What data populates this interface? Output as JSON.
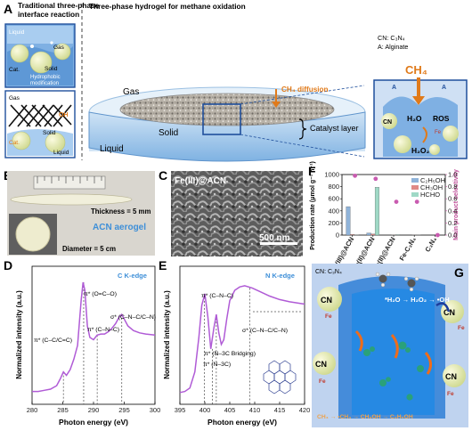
{
  "panel_letters": {
    "a": "A",
    "b": "B",
    "c": "C",
    "d": "D",
    "e": "E",
    "f": "F",
    "g": "G"
  },
  "panel_a": {
    "trad_title_1": "Traditional three-phase",
    "trad_title_2": "interface reaction",
    "box1": {
      "liquid": "Liquid",
      "gas": "Gas",
      "cat": "Cat.",
      "solid": "Solid",
      "hydrophobic_1": "Hydrophobic",
      "hydrophobic_2": "modification"
    },
    "box2": {
      "gas": "Gas",
      "oh": "OH",
      "cat": "Cat.",
      "solid": "Solid",
      "liquid": "Liquid"
    },
    "center_title": "Three-phase  hydrogel for methane oxidation",
    "gas": "Gas",
    "ch4_diffusion": "CH₄ diffusion",
    "solid": "Solid",
    "catalyst_layer": "Catalyst layer",
    "liquid": "Liquid",
    "legend_cn": "CN: C₃N₄",
    "legend_a": "A: Alginate",
    "zoom": {
      "ch4": "CH₄",
      "h2o": "H₂O",
      "ros": "ROS",
      "h2o2": "H₂O₂",
      "cn": "CN",
      "fe": "Fe",
      "a": "A"
    }
  },
  "panel_b": {
    "thickness": "Thickness = 5 mm",
    "aerogel": "ACN aerogel",
    "diameter": "Diameter = 5 cm"
  },
  "panel_c": {
    "title": "Fe(III)@ACN",
    "scale": "500 nm"
  },
  "chart_data": [
    {
      "panel": "F",
      "type": "bar",
      "ylabel": "Production rate (μmol g⁻¹ h⁻¹)",
      "y2label": "Main product selectivity",
      "ylim": [
        0,
        1000
      ],
      "y2lim": [
        0,
        1.0
      ],
      "yticks": [
        0,
        200,
        400,
        600,
        800,
        1000
      ],
      "y2ticks": [
        0,
        0.2,
        0.4,
        0.6,
        0.8,
        1.0
      ],
      "categories": [
        "Fe(III)@ACN",
        "Fe(II)@ACN",
        "Ca(II)@ACN",
        "Fe-C₃N₄",
        "C₃N₄"
      ],
      "series": [
        {
          "name": "C₂H₅OH",
          "color": "#8fb3d9",
          "values": [
            470,
            35,
            0,
            0,
            0
          ]
        },
        {
          "name": "CH₃OH",
          "color": "#e08a86",
          "values": [
            12,
            18,
            5,
            3,
            0
          ]
        },
        {
          "name": "HCHO",
          "color": "#9fd9c6",
          "values": [
            5,
            790,
            8,
            4,
            0
          ]
        }
      ],
      "selectivity": [
        0.98,
        0.93,
        0.55,
        0.55,
        0
      ]
    },
    {
      "panel": "D",
      "type": "line",
      "xlabel": "Photon energy (eV)",
      "ylabel": "Normalized intensity (a.u.)",
      "edge_label": "C K-edge",
      "xlim": [
        280,
        300
      ],
      "xticks": [
        280,
        285,
        290,
        295,
        300
      ],
      "color": "#b05bd6",
      "x": [
        280,
        281,
        282,
        283,
        284,
        284.6,
        285.1,
        285.6,
        286.2,
        286.8,
        287.4,
        288.0,
        288.3,
        288.6,
        289.0,
        289.4,
        290.0,
        290.6,
        291.2,
        291.8,
        292.4,
        293.0,
        293.6,
        294.2,
        294.6,
        295.0,
        295.6,
        296.5,
        297.5,
        298.5,
        300
      ],
      "y": [
        0.05,
        0.05,
        0.06,
        0.07,
        0.1,
        0.16,
        0.22,
        0.19,
        0.24,
        0.33,
        0.45,
        0.85,
        1.0,
        0.93,
        0.62,
        0.52,
        0.5,
        0.54,
        0.55,
        0.55,
        0.57,
        0.6,
        0.64,
        0.7,
        0.72,
        0.68,
        0.62,
        0.58,
        0.56,
        0.55,
        0.54
      ],
      "annotations": [
        {
          "text": "π* (C–C/C=C)",
          "x": 285.1
        },
        {
          "text": "π* (O=C–O)",
          "x": 288.4
        },
        {
          "text": "π* (C–N–C)",
          "x": 290.6
        },
        {
          "text": "σ* (C–N–C/C–N)",
          "x": 294.6
        }
      ]
    },
    {
      "panel": "E",
      "type": "line",
      "xlabel": "Photon energy (eV)",
      "ylabel": "Normalized intensity (a.u.)",
      "edge_label": "N K-edge",
      "xlim": [
        395,
        420
      ],
      "xticks": [
        395,
        400,
        405,
        410,
        415,
        420
      ],
      "color": "#b05bd6",
      "x": [
        395,
        396,
        397,
        398,
        398.8,
        399.4,
        400.0,
        400.6,
        401.2,
        401.8,
        402.3,
        402.8,
        403.3,
        403.8,
        404.4,
        405.0,
        406.0,
        407.0,
        408.0,
        409.5,
        411.0,
        413.0,
        415.0,
        417.0,
        420
      ],
      "y": [
        0.04,
        0.05,
        0.08,
        0.22,
        0.52,
        0.8,
        0.9,
        0.7,
        0.42,
        0.6,
        0.72,
        0.56,
        0.46,
        0.5,
        0.68,
        0.84,
        0.93,
        0.96,
        0.97,
        0.95,
        0.92,
        0.88,
        0.85,
        0.83,
        0.81
      ],
      "annotations": [
        {
          "text": "π* (C–N–C)",
          "x": 399.9
        },
        {
          "text": "π* (N–3C Bridging)",
          "x": 402.3
        },
        {
          "text": "π* (N–3C)",
          "x": 401.5
        },
        {
          "text": "σ* (C–N–C/C–N)",
          "x": 409
        }
      ]
    }
  ],
  "panel_g": {
    "legend": "CN: C₃N₄",
    "cn": "CN",
    "fe": "Fe",
    "top_reaction": "*H₂O → H₂O₂ → •OH",
    "bottom_reaction": "CH₄ → •CH₃ → CH₃OH → C₂H₅OH"
  }
}
